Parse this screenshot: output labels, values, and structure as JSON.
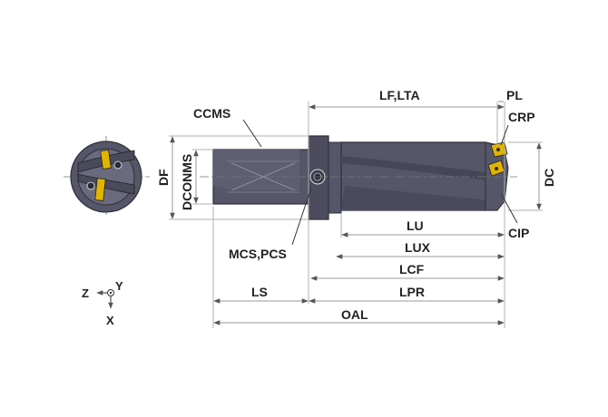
{
  "labels": {
    "lf_lta": "LF,LTA",
    "pl": "PL",
    "crp": "CRP",
    "ccms": "CCMS",
    "df": "DF",
    "dconms": "DCONMS",
    "dc": "DC",
    "cip": "CIP",
    "mcs_pcs": "MCS,PCS",
    "lu": "LU",
    "lux": "LUX",
    "lcf": "LCF",
    "ls": "LS",
    "lpr": "LPR",
    "oal": "OAL"
  },
  "axes": {
    "z": "Z",
    "y": "Y",
    "x": "X"
  },
  "colors": {
    "body": "#565669",
    "body_dark": "#3c3c4c",
    "insert": "#e0b400",
    "line": "#333333",
    "dimension": "#9a9a9a"
  }
}
